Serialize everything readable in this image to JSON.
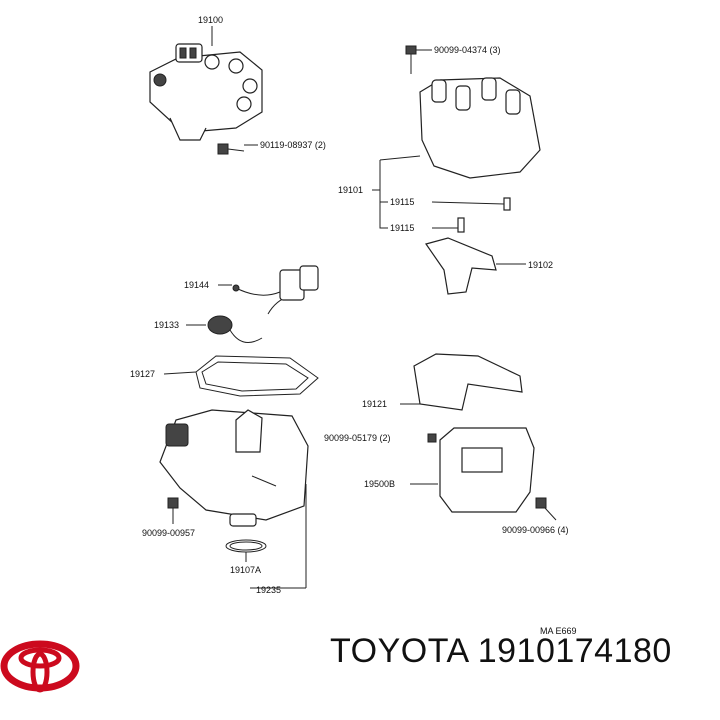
{
  "callouts": {
    "c19100": "19100",
    "c90119": "90119-08937 (2)",
    "c90099_04374": "90099-04374 (3)",
    "c19101": "19101",
    "c19115a": "19115",
    "c19115b": "19115",
    "c19102": "19102",
    "c19144": "19144",
    "c19133": "19133",
    "c19127": "19127",
    "c19121": "19121",
    "c90099_05179": "90099-05179 (2)",
    "c19500b": "19500B",
    "c90099_00957": "90099-00957",
    "c90099_00966": "90099-00966 (4)",
    "c19107a": "19107A",
    "c19235": "19235",
    "code": "MA E669"
  },
  "brand": {
    "text": "TOYOTA 1910174180",
    "logo_color": "#cc0a1e"
  }
}
